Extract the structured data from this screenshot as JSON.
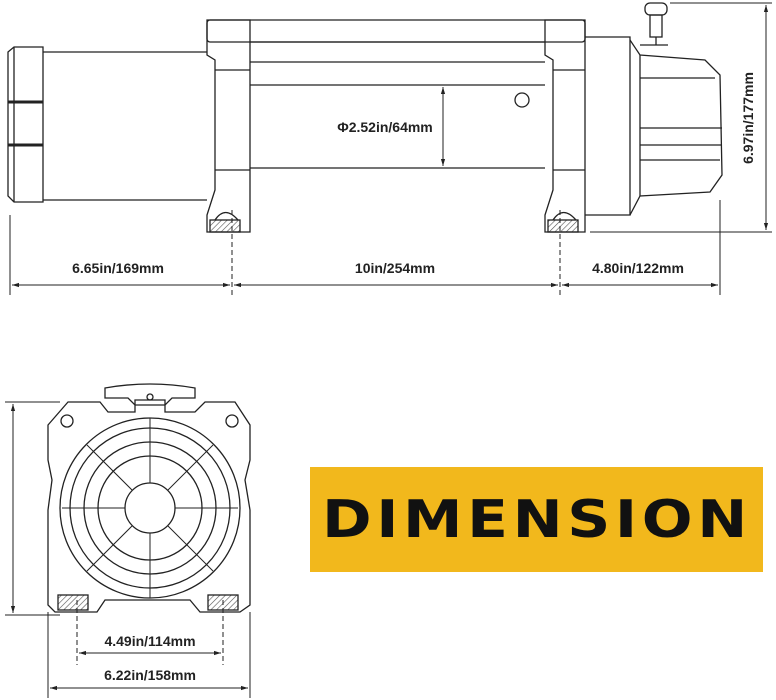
{
  "banner": {
    "title": "DIMENSION",
    "color": "#F2B81C"
  },
  "side_view": {
    "drum_diameter": "Φ2.52in/64mm",
    "overall_height": "6.97in/177mm",
    "length_left": "6.65in/169mm",
    "length_mount": "10in/254mm",
    "length_right": "4.80in/122mm"
  },
  "front_view": {
    "mount_width": "4.49in/114mm",
    "overall_width": "6.22in/158mm"
  }
}
